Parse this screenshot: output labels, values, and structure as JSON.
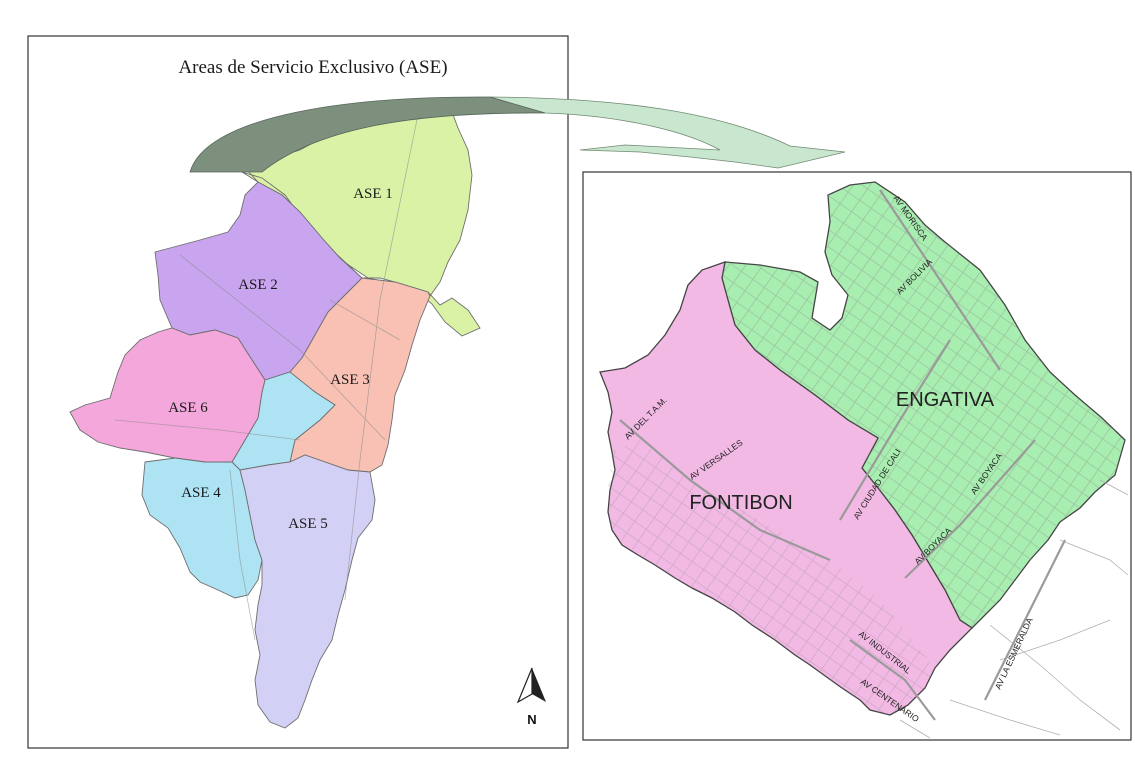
{
  "left_map": {
    "title": "Areas de Servicio Exclusivo (ASE)",
    "areas": [
      {
        "id": "ase1",
        "label": "ASE 1",
        "color": "#d9f2a6"
      },
      {
        "id": "ase2",
        "label": "ASE 2",
        "color": "#c9a5f0"
      },
      {
        "id": "ase3",
        "label": "ASE 3",
        "color": "#f8c1b3"
      },
      {
        "id": "ase4",
        "label": "ASE 4",
        "color": "#aee3f4"
      },
      {
        "id": "ase5",
        "label": "ASE 5",
        "color": "#d3d0f6"
      },
      {
        "id": "ase6",
        "label": "ASE 6",
        "color": "#f3a7da"
      },
      {
        "id": "ase_center",
        "label": "",
        "color": "#aee3f4"
      }
    ],
    "north_label": "N"
  },
  "right_map": {
    "localities": [
      {
        "id": "engativa",
        "label": "ENGATIVA",
        "color": "#a8eeb0"
      },
      {
        "id": "fontibon",
        "label": "FONTIBON",
        "color": "#f3b9e5"
      }
    ],
    "roads": [
      "AV MORISCA",
      "AV BOLIVIA",
      "AV DEL T.A.M.",
      "AV VERSALLES",
      "AV CIUDAD DE CALI",
      "AV BOYACA",
      "AV BOYACA",
      "AV INDUSTRIAL",
      "AV CENTENARIO",
      "AV LA ESMERALDA"
    ]
  },
  "colors": {
    "arrow_dark": "#7d8f7d",
    "arrow_light": "#c9e6cf",
    "road": "#9a9a9a"
  }
}
